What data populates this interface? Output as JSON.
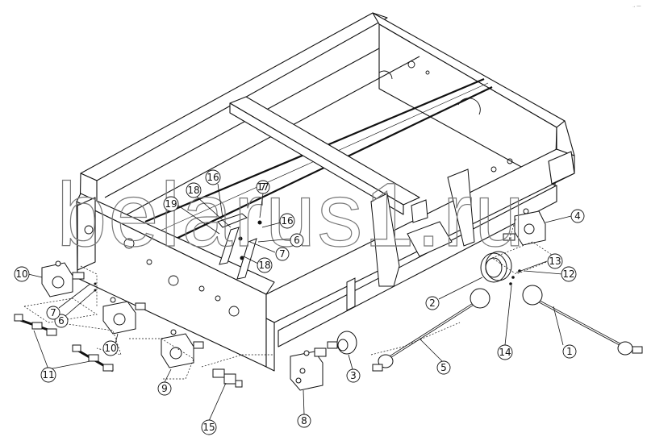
{
  "watermark": "belarus1.ru",
  "corner_mark": "→ —",
  "callouts": [
    {
      "id": "c1",
      "text": "1"
    },
    {
      "id": "c2",
      "text": "2"
    },
    {
      "id": "c3",
      "text": "3"
    },
    {
      "id": "c4",
      "text": "4"
    },
    {
      "id": "c5",
      "text": "5"
    },
    {
      "id": "c6a",
      "text": "6"
    },
    {
      "id": "c6b",
      "text": "6"
    },
    {
      "id": "c7a",
      "text": "7"
    },
    {
      "id": "c7b",
      "text": "7"
    },
    {
      "id": "c7c",
      "text": "7"
    },
    {
      "id": "c8",
      "text": "8"
    },
    {
      "id": "c9",
      "text": "9"
    },
    {
      "id": "c10a",
      "text": "10"
    },
    {
      "id": "c10b",
      "text": "10"
    },
    {
      "id": "c11",
      "text": "11"
    },
    {
      "id": "c12",
      "text": "12"
    },
    {
      "id": "c13",
      "text": "13"
    },
    {
      "id": "c14",
      "text": "14"
    },
    {
      "id": "c15",
      "text": "15"
    },
    {
      "id": "c16a",
      "text": "16"
    },
    {
      "id": "c16b",
      "text": "16"
    },
    {
      "id": "c17",
      "text": "17"
    },
    {
      "id": "c18a",
      "text": "18"
    },
    {
      "id": "c18b",
      "text": "18"
    },
    {
      "id": "c19",
      "text": "19"
    }
  ]
}
